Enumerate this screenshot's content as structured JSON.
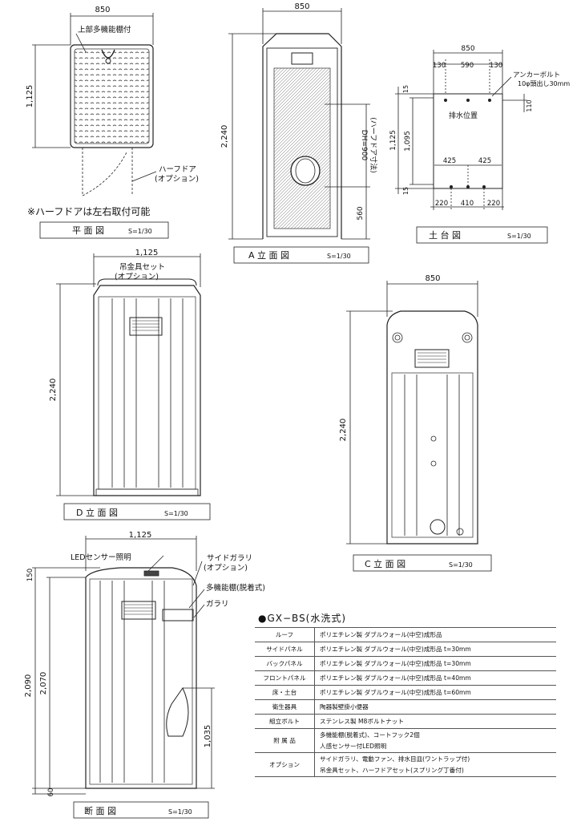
{
  "plan": {
    "dim_width": "850",
    "dim_depth": "1,125",
    "shelf_note": "上部多機能棚付",
    "door_note_1": "ハーフドア",
    "door_note_2": "(オプション)",
    "note": "※ハーフドアは左右取付可能",
    "caption": "平 面 図",
    "scale": "S=1/30"
  },
  "elevA": {
    "dim_width": "850",
    "dim_height": "2,240",
    "door_dim": "DH=900",
    "door_note": "(ハーフドア寸法)",
    "dim_bottom": "560",
    "caption": "A 立 面 図",
    "scale": "S=1/30"
  },
  "base": {
    "dim_total": "850",
    "dim_top": [
      "130",
      "590",
      "130"
    ],
    "anchor_1": "アンカーボルト",
    "anchor_2": "10φ頭出し30mm",
    "drain": "排水位置",
    "dim_110": "110",
    "dim_15_top": "15",
    "dim_1125": "1,125",
    "dim_1095": "1,095",
    "dim_15_bottom": "15",
    "dim_425_left": "425",
    "dim_425_right": "425",
    "dim_bottom": [
      "220",
      "410",
      "220"
    ],
    "caption": "土 台 図",
    "scale": "S=1/30"
  },
  "elevD": {
    "dim_width": "1,125",
    "hanger_1": "吊金具セット",
    "hanger_2": "(オプション)",
    "dim_height": "2,240",
    "caption": "D 立 面 図",
    "scale": "S=1/30"
  },
  "elevC": {
    "dim_width": "850",
    "dim_height": "2,240",
    "caption": "C 立 面 図",
    "scale": "S=1/30"
  },
  "section": {
    "dim_width": "1,125",
    "led": "LEDセンサー照明",
    "side_gallery_1": "サイドガラリ",
    "side_gallery_2": "(オプション)",
    "shelf": "多機能棚(脱着式)",
    "gallery": "ガラリ",
    "dim_150": "150",
    "dim_2090": "2,090",
    "dim_2070": "2,070",
    "dim_1035": "1,035",
    "dim_60": "60",
    "caption": "断 面 図",
    "scale": "S=1/30"
  },
  "spec": {
    "title": "●GX−BS(水洗式)",
    "rows": [
      {
        "k": "ルーフ",
        "v": "ポリエチレン製 ダブルウォール(中空)成形品"
      },
      {
        "k": "サイドパネル",
        "v": "ポリエチレン製 ダブルウォール(中空)成形品 t=30mm"
      },
      {
        "k": "バックパネル",
        "v": "ポリエチレン製 ダブルウォール(中空)成形品 t=30mm"
      },
      {
        "k": "フロントパネル",
        "v": "ポリエチレン製 ダブルウォール(中空)成形品 t=40mm"
      },
      {
        "k": "床・土台",
        "v": "ポリエチレン製 ダブルウォール(中空)成形品 t=60mm"
      },
      {
        "k": "衛生器具",
        "v": "陶器製壁掛小便器"
      },
      {
        "k": "組立ボルト",
        "v": "ステンレス製 M8ボルトナット"
      },
      {
        "k": "附 属 品",
        "v": "多機能棚(脱着式)、コートフック2個",
        "v2": "人感センサー付LED照明"
      },
      {
        "k": "オプション",
        "v": "サイドガラリ、電動ファン、排水目皿(ワントラップ付)",
        "v2": "吊金具セット、ハーフドアセット(スプリング丁番付)"
      }
    ]
  }
}
